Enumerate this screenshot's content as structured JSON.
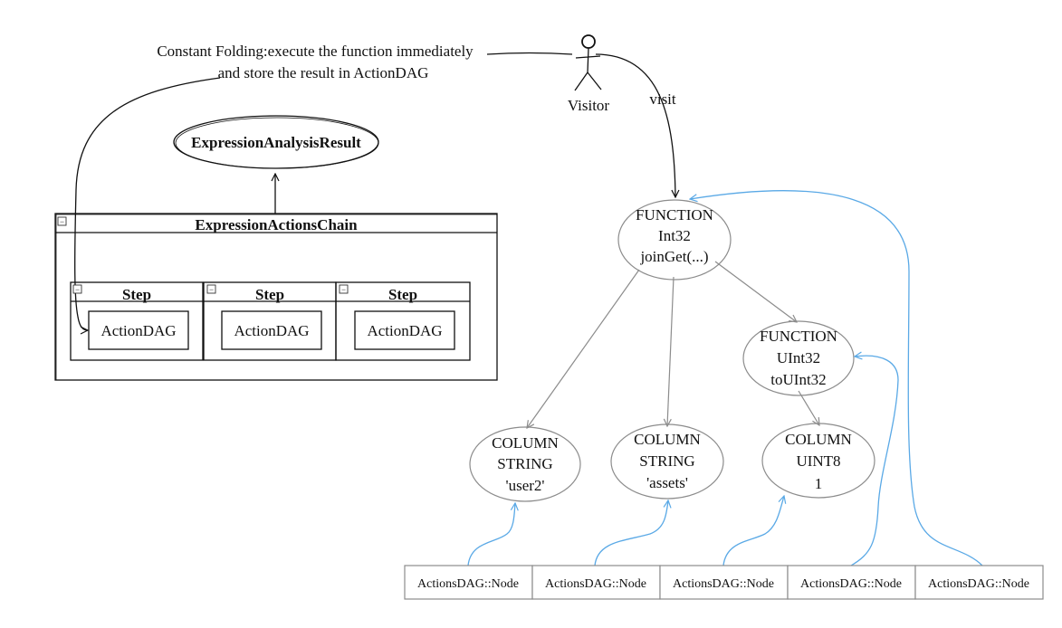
{
  "annotation": {
    "line1": "Constant Folding:execute the function immediately",
    "line2": "and store the result in ActionDAG"
  },
  "actor": {
    "label": "Visitor",
    "edge_label": "visit"
  },
  "result_node": {
    "label": "ExpressionAnalysisResult"
  },
  "chain": {
    "title": "ExpressionActionsChain",
    "collapse_glyph": "−",
    "steps": [
      {
        "title": "Step",
        "content": "ActionDAG"
      },
      {
        "title": "Step",
        "content": "ActionDAG"
      },
      {
        "title": "Step",
        "content": "ActionDAG"
      }
    ]
  },
  "tree": {
    "root": {
      "line1": "FUNCTION",
      "line2": "Int32",
      "line3": "joinGet(...)"
    },
    "func2": {
      "line1": "FUNCTION",
      "line2": "UInt32",
      "line3": "toUInt32"
    },
    "col_user": {
      "line1": "COLUMN",
      "line2": "STRING",
      "line3": "'user2'"
    },
    "col_assets": {
      "line1": "COLUMN",
      "line2": "STRING",
      "line3": "'assets'"
    },
    "col_uint8": {
      "line1": "COLUMN",
      "line2": "UINT8",
      "line3": "1"
    }
  },
  "dag_nodes": [
    {
      "label": "ActionsDAG::Node"
    },
    {
      "label": "ActionsDAG::Node"
    },
    {
      "label": "ActionsDAG::Node"
    },
    {
      "label": "ActionsDAG::Node"
    },
    {
      "label": "ActionsDAG::Node"
    }
  ],
  "colors": {
    "ink": "#111111",
    "tree_edge": "#8c8c8c",
    "dag_link": "#5aa9e6"
  }
}
